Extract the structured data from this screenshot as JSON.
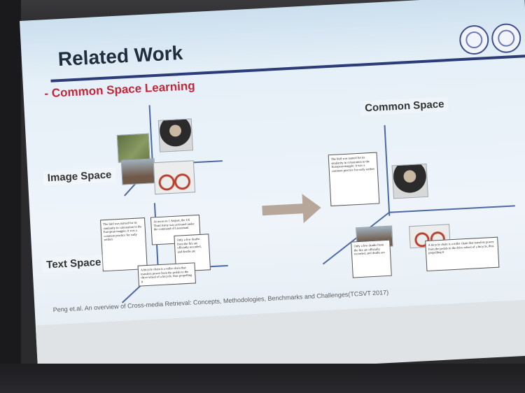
{
  "slide": {
    "title": "Related Work",
    "subtitle": "- Common Space Learning",
    "image_space_label": "Image Space",
    "text_space_label": "Text Space",
    "common_space_label": "Common Space",
    "citation": "Peng et.al. An overview of Cross-media Retrieval: Concepts, Methodologies, Benchmarks and Challenges(TCSVT 2017)"
  },
  "docs": {
    "bird_doc": "The bird was named for its similarity in colouration to the European magpie; it was a common practice for early settlers",
    "war_doc": "At noon on 1 August, the US Third Army was activated under the command of Lieutenant",
    "deaths_doc": "Only a few deaths from the fire are officially recorded, and deaths are",
    "bicycle_doc": "A bicycle chain is a roller chain that transfers power from the pedals to the drive-wheel of a bicycle, thus propelling it"
  },
  "colors": {
    "title_rule": "#2b3c78",
    "subtitle": "#c0283a",
    "axis": "#4b6aa5",
    "arrow": "#b7a69a"
  }
}
